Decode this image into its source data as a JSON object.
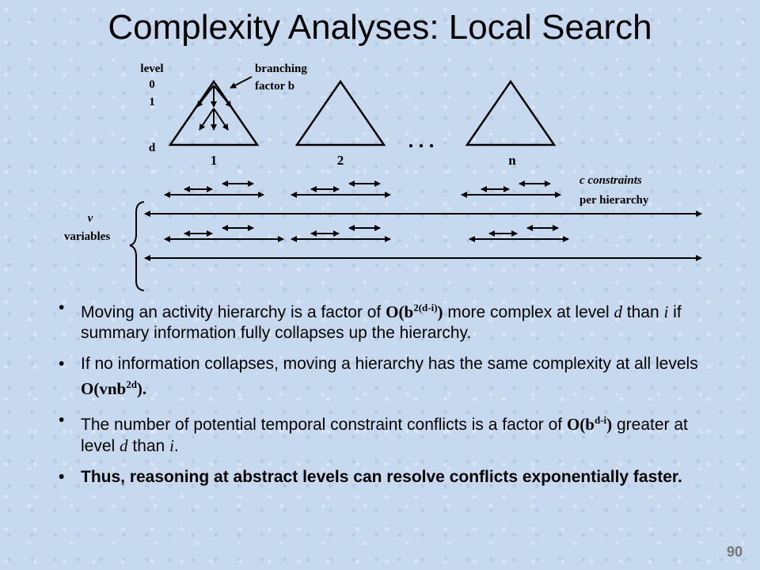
{
  "slide": {
    "title": "Complexity Analyses: Local Search",
    "page_number": "90"
  },
  "diagram": {
    "level_header": "level",
    "level_labels": [
      "0",
      "1",
      "d"
    ],
    "branching_label_1": "branching",
    "branching_label_2": "factor b",
    "tree_labels": [
      "1",
      "2",
      "n"
    ],
    "ellipsis": ". . .",
    "constraints_label_1": "c constraints",
    "constraints_label_2": "per hierarchy",
    "variables_label_1": "v",
    "variables_label_2": "variables"
  },
  "bullets": [
    {
      "pre": "Moving an activity hierarchy is a factor of ",
      "math_base": "O(b",
      "math_sup": "2(d-i)",
      "math_post": ")",
      "mid": " more complex at level ",
      "var1": "d",
      "mid2": " than ",
      "var2": "i",
      "post": " if summary information fully collapses up the hierarchy."
    },
    {
      "pre": "If no information collapses, moving a hierarchy has the same complexity at all levels ",
      "math_base": "O(vnb",
      "math_sup": "2d",
      "math_post": ")."
    },
    {
      "pre": "The number of potential temporal constraint conflicts is a factor of ",
      "math_base": "O(b",
      "math_sup": "d-i",
      "math_post": ")",
      "mid": " greater at level ",
      "var1": "d",
      "mid2": " than ",
      "var2": "i",
      "post": "."
    },
    {
      "text": "Thus, reasoning at abstract levels can resolve conflicts exponentially faster."
    }
  ]
}
